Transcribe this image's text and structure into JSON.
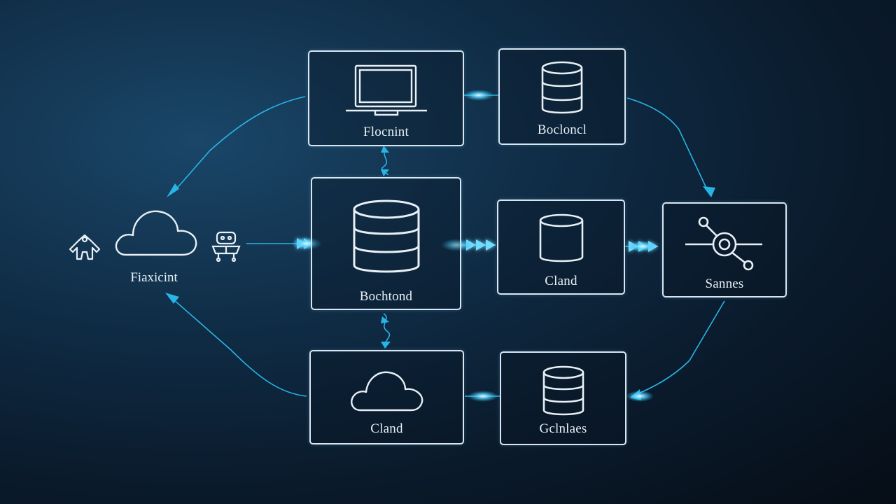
{
  "diagram": {
    "left_cluster": {
      "label": "Fiaxicint",
      "icons": [
        "user-group-icon",
        "cloud-icon",
        "robot-icon"
      ]
    },
    "nodes": [
      {
        "id": "frontend",
        "label": "Flocnint",
        "icon": "monitor-icon"
      },
      {
        "id": "backend-top",
        "label": "Bocloncl",
        "icon": "database-icon"
      },
      {
        "id": "backend-center",
        "label": "Bochtond",
        "icon": "database-icon"
      },
      {
        "id": "cloud-center",
        "label": "Cland",
        "icon": "cylinder-icon"
      },
      {
        "id": "services",
        "label": "Sannes",
        "icon": "network-node-icon"
      },
      {
        "id": "cloud-bottom",
        "label": "Cland",
        "icon": "cloud-icon"
      },
      {
        "id": "database-bottom",
        "label": "Gclnlaes",
        "icon": "database-icon"
      }
    ],
    "colors": {
      "background": "#0a1a2b",
      "box_border": "#d8e6f2",
      "connector": "#27b4e6",
      "glow": "#7fe3ff",
      "text": "#e8f0f6"
    }
  }
}
